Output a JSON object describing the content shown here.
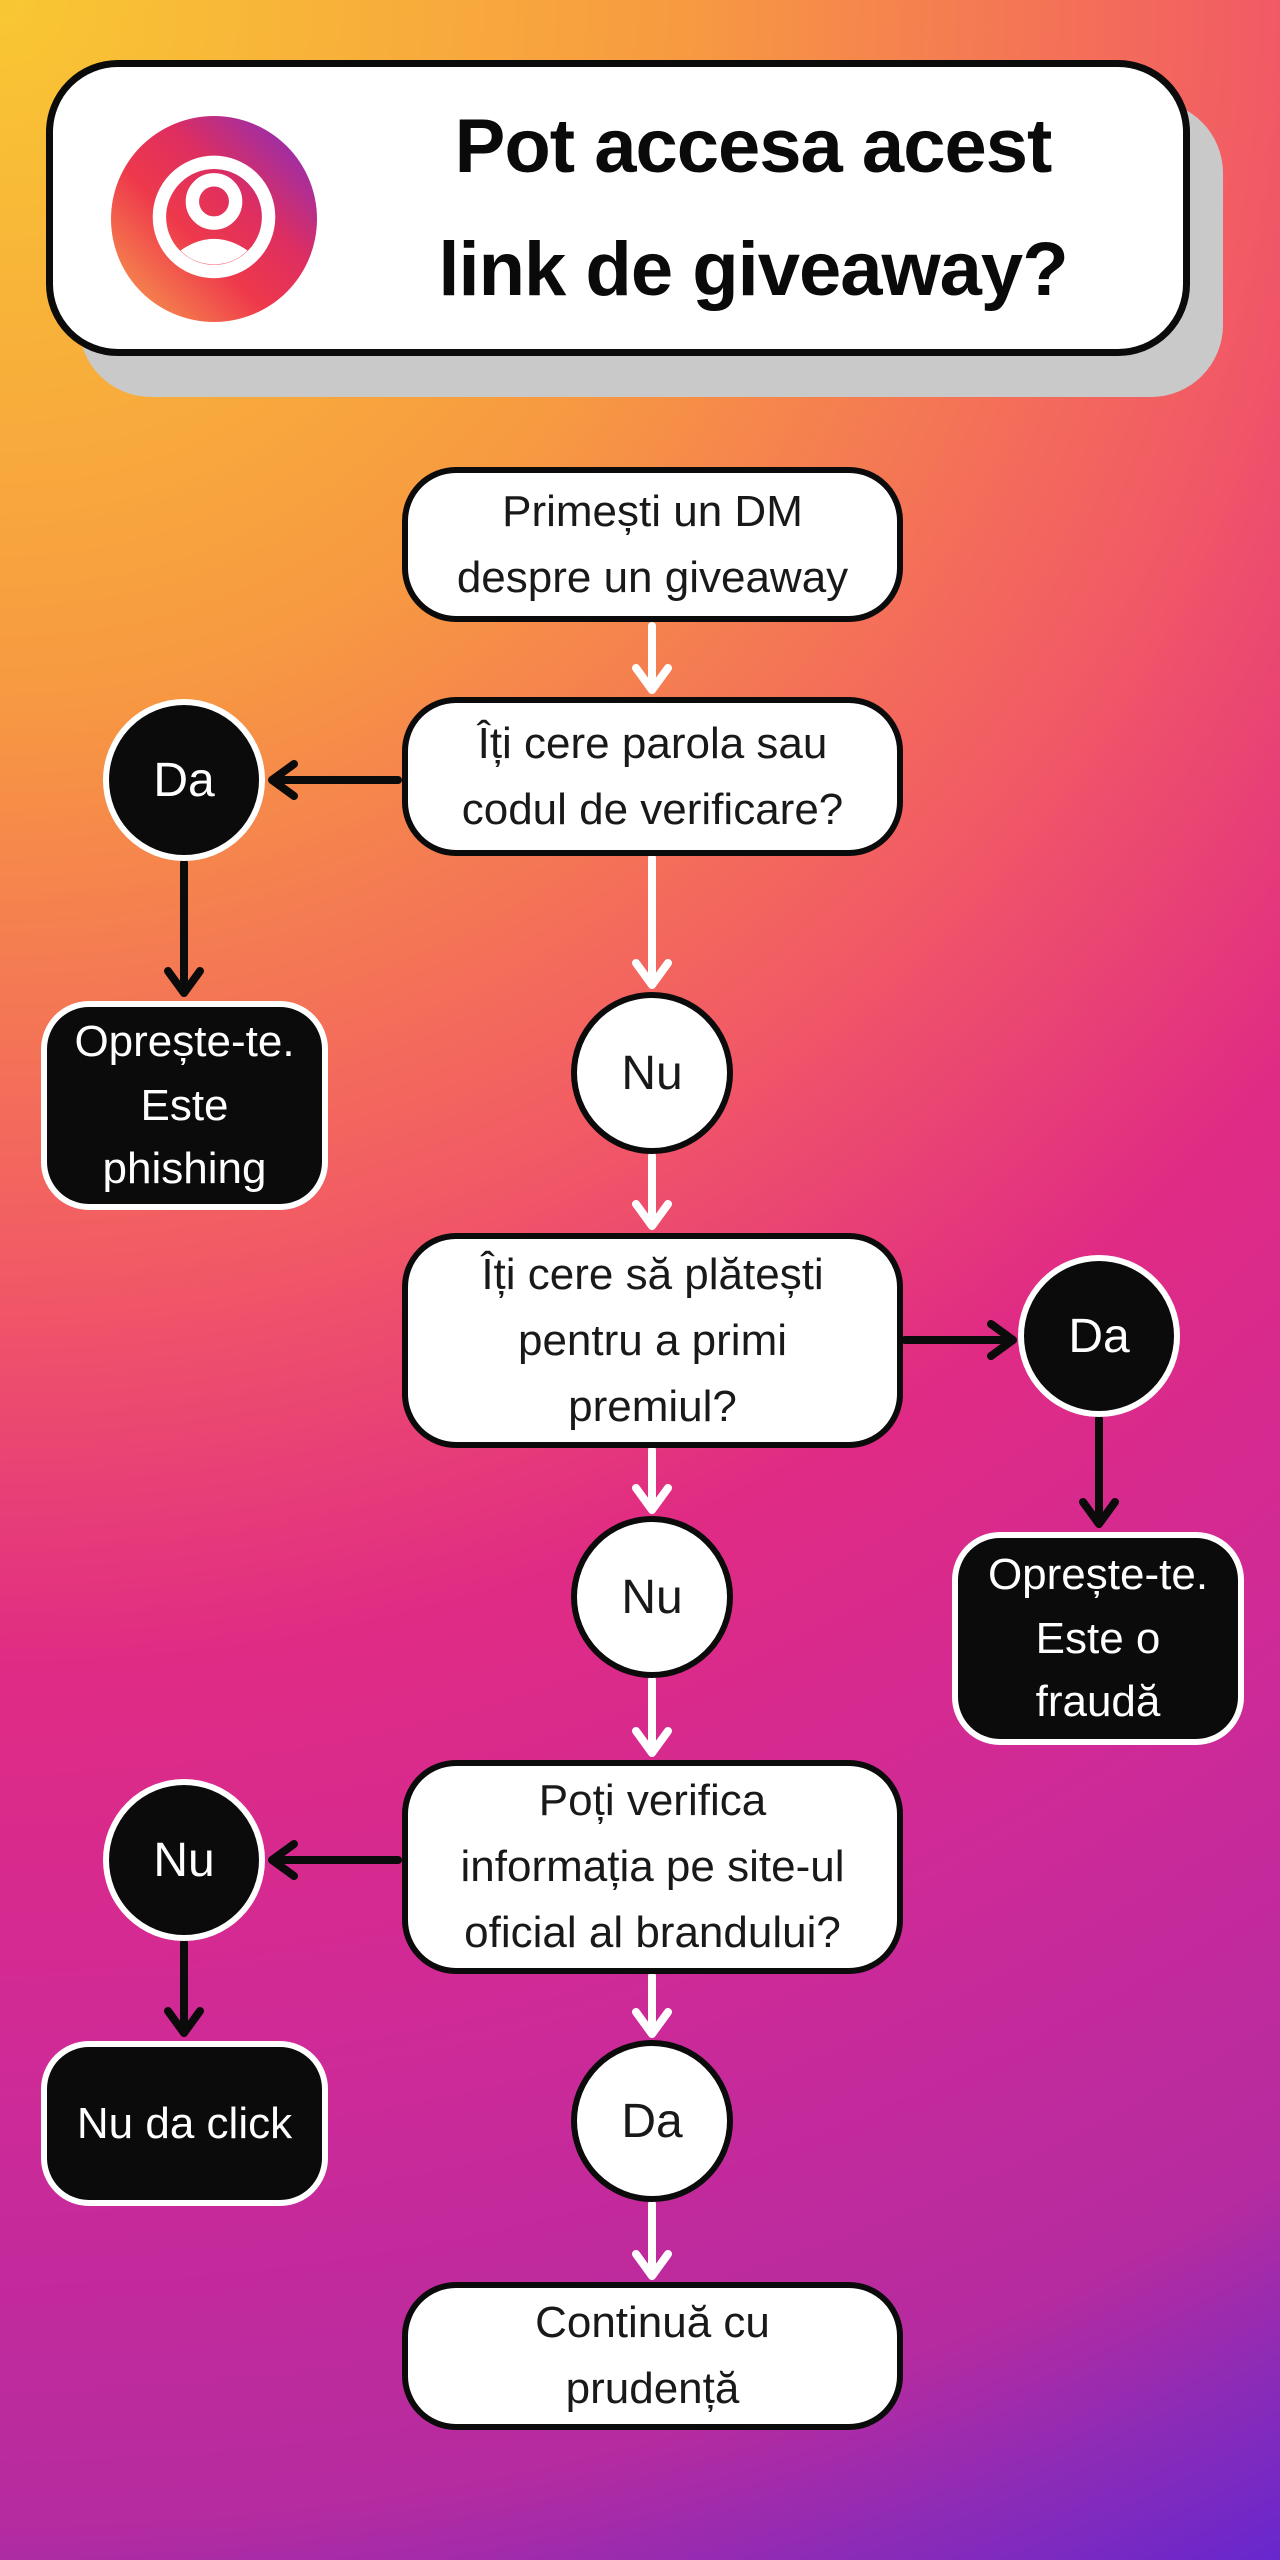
{
  "header": {
    "title": "Pot accesa acest\nlink de giveaway?",
    "icon": "instagram-profile-icon"
  },
  "nodes": {
    "start": {
      "text": "Primești un DM\ndespre un giveaway",
      "type": "step"
    },
    "ask_password": {
      "text": "Îți cere parola sau\ncodul de verificare?",
      "type": "question"
    },
    "da_password": {
      "text": "Da",
      "type": "answer"
    },
    "stop_phishing": {
      "text": "Oprește-te.\nEste\nphishing",
      "type": "outcome"
    },
    "nu_password": {
      "text": "Nu",
      "type": "answer"
    },
    "ask_payment": {
      "text": "Îți cere să plătești\npentru a primi\npremiul?",
      "type": "question"
    },
    "da_payment": {
      "text": "Da",
      "type": "answer"
    },
    "stop_fraud": {
      "text": "Oprește-te.\nEste o\nfraudă",
      "type": "outcome"
    },
    "nu_payment": {
      "text": "Nu",
      "type": "answer"
    },
    "ask_verify": {
      "text": "Poți verifica\ninformația pe site-ul\noficial al brandului?",
      "type": "question"
    },
    "nu_verify": {
      "text": "Nu",
      "type": "answer"
    },
    "stop_click": {
      "text": "Nu da click",
      "type": "outcome"
    },
    "da_verify": {
      "text": "Da",
      "type": "answer"
    },
    "proceed": {
      "text": "Continuă cu\nprudență",
      "type": "outcome"
    }
  },
  "colors": {
    "bg_top_left": "#F9C733",
    "bg_coral": "#F25B64",
    "bg_magenta": "#B52BA0",
    "bg_bottom_right": "#6527CE",
    "node_black": "#0B0B0B",
    "node_white": "#FFFFFF",
    "text_dark": "#191919",
    "text_light": "#FFFFFF",
    "header_shadow": "#C9C9C9",
    "ig_orange": "#F9A64F",
    "ig_red": "#EE394B",
    "ig_purple": "#7D2EC9"
  }
}
